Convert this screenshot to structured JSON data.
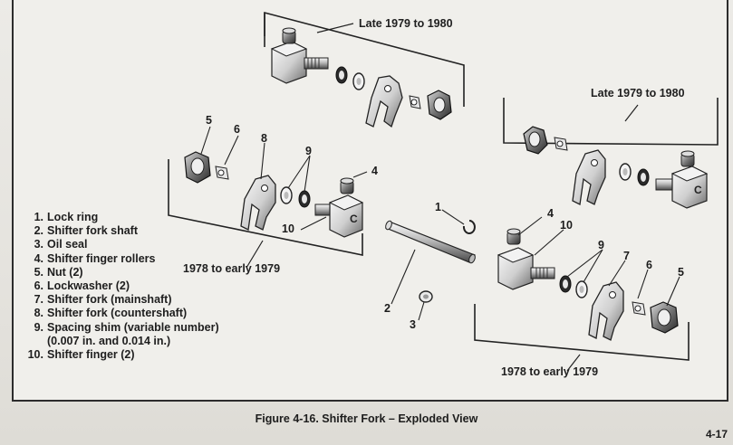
{
  "callouts": {
    "late_top": "Late 1979 to 1980",
    "late_right": "Late 1979 to 1980",
    "early_left": "1978 to early 1979",
    "early_right": "1978 to early 1979",
    "n1": "1",
    "n2": "2",
    "n3": "3",
    "n4a": "4",
    "n4b": "4",
    "n5a": "5",
    "n5b": "5",
    "n6a": "6",
    "n6b": "6",
    "n7": "7",
    "n8": "8",
    "n9a": "9",
    "n9b": "9",
    "n10a": "10",
    "n10b": "10"
  },
  "legend": [
    {
      "num": "1.",
      "text": "Lock ring"
    },
    {
      "num": "2.",
      "text": "Shifter fork shaft"
    },
    {
      "num": "3.",
      "text": "Oil seal"
    },
    {
      "num": "4.",
      "text": "Shifter finger rollers"
    },
    {
      "num": "5.",
      "text": "Nut (2)"
    },
    {
      "num": "6.",
      "text": "Lockwasher (2)"
    },
    {
      "num": "7.",
      "text": "Shifter fork (mainshaft)"
    },
    {
      "num": "8.",
      "text": "Shifter fork (countershaft)"
    },
    {
      "num": "9.",
      "text": "Spacing shim (variable number)"
    },
    {
      "num": "",
      "text": "(0.007 in. and 0.014 in.)"
    },
    {
      "num": "10.",
      "text": "Shifter finger (2)"
    }
  ],
  "caption": "Figure 4-16.  Shifter Fork – Exploded View",
  "page_number": "4-17"
}
